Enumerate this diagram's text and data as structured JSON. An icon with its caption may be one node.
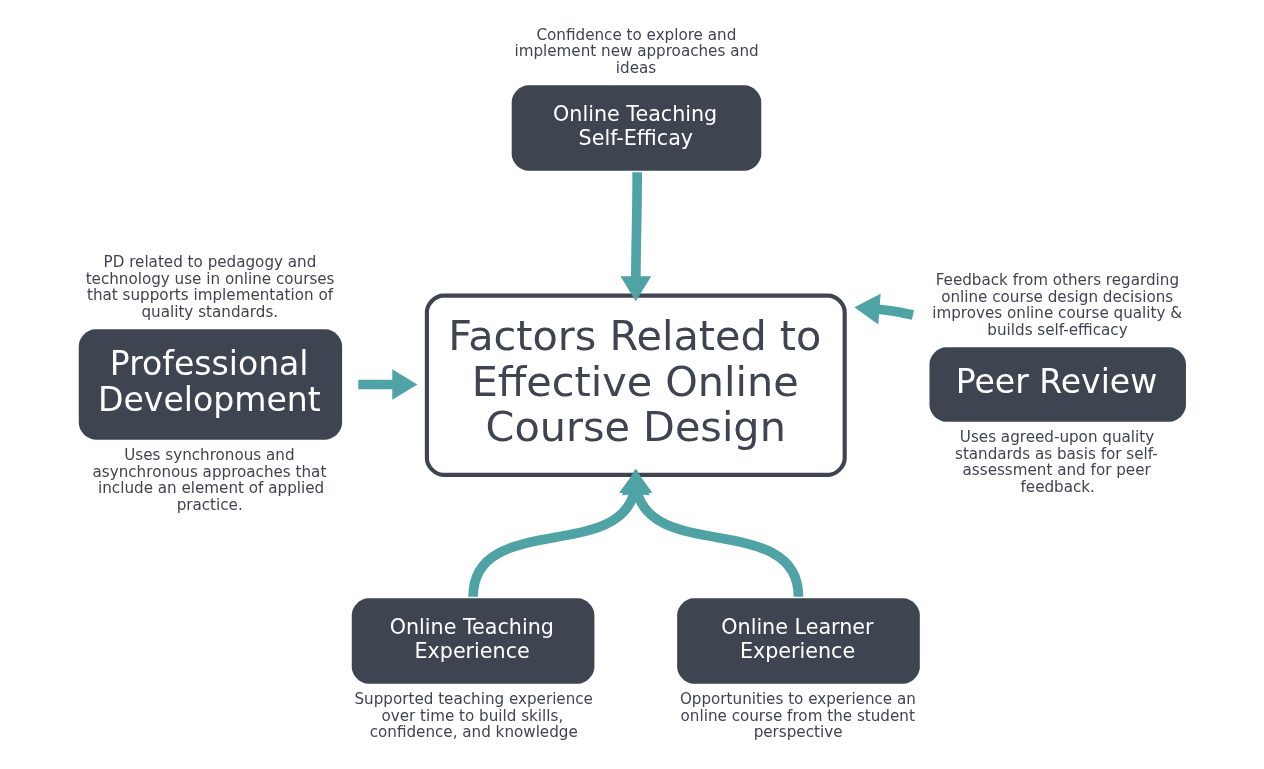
{
  "diagram": {
    "nodes": [
      {
        "text": [
          "Factors Related to Effective Online Course Design"
        ]
      },
      {
        "text": [
          "Online Teaching Self-Efficay"
        ],
        "beside": [
          "Confidence to explore and implement new approaches and ideas"
        ]
      },
      {
        "text": [
          "Professional Development"
        ],
        "beside": [
          "PD related to pedagogy and technology use in online courses that supports implementation of quality standards.",
          "Uses synchronous and asynchronous approaches that include an element of applied practice."
        ]
      },
      {
        "text": [
          "Peer Review"
        ],
        "beside": [
          "Feedback from others regarding online course design decisions improves online course quality & builds self-efficacy",
          "Uses agreed-upon quality standards as basis for self-assessment and for peer feedback."
        ]
      },
      {
        "text": [
          "Online Teaching Experience"
        ],
        "beside": [
          "Supported teaching experience over time to build skills, confidence, and knowledge"
        ]
      },
      {
        "text": [
          "Online Learner Experience"
        ],
        "beside": [
          "Opportunities to experience an online course from the student perspective"
        ]
      }
    ],
    "edges": [
      {
        "from": 1,
        "to": 0,
        "arrow": "to"
      },
      {
        "from": 2,
        "to": 0,
        "arrow": "to"
      },
      {
        "from": 3,
        "to": 0,
        "arrow": "to"
      },
      {
        "from": 4,
        "to": 0,
        "arrow": "to"
      },
      {
        "from": 5,
        "to": 0,
        "arrow": "to"
      }
    ]
  }
}
